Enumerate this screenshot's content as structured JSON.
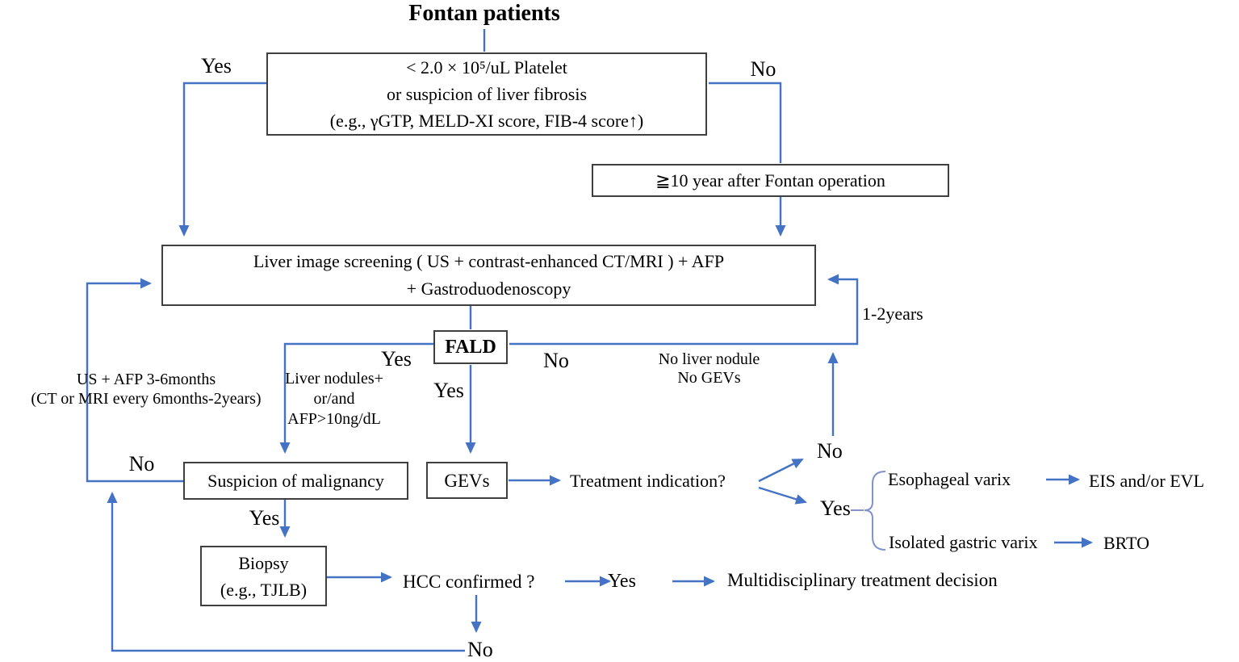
{
  "colors": {
    "arrow": "#4472C4",
    "brace": "#8193cb",
    "border": "#3f3f3f",
    "text": "#000000",
    "background": "#ffffff"
  },
  "title": "Fontan patients",
  "nodes": {
    "platelet_box": {
      "line1": "< 2.0 × 10⁵/uL Platelet",
      "line2": "or suspicion of liver fibrosis",
      "line3": "(e.g., γGTP, MELD-XI score, FIB-4 score↑)"
    },
    "ten_year_box": {
      "label": "≧10 year after Fontan operation"
    },
    "screening_box": {
      "line1": "Liver image screening ( US + contrast-enhanced CT/MRI ) + AFP",
      "line2": "+ Gastroduodenoscopy"
    },
    "fald_box": {
      "label": "FALD"
    },
    "suspicion_box": {
      "label": "Suspicion of malignancy"
    },
    "gevs_box": {
      "label": "GEVs"
    },
    "biopsy_box": {
      "line1": "Biopsy",
      "line2": "(e.g., TJLB)"
    }
  },
  "labels": {
    "yes_platelet": "Yes",
    "no_platelet": "No",
    "yes_fald_left": "Yes",
    "no_fald": "No",
    "yes_fald_down": "Yes",
    "liver_nodules": {
      "line1": "Liver nodules+",
      "line2": "or/and",
      "line3": "AFP>10ng/dL"
    },
    "no_nodule": {
      "line1": "No liver nodule",
      "line2": "No GEVs"
    },
    "interval_right": "1-2years",
    "interval_left": {
      "line1": "US + AFP 3-6months",
      "line2": "(CT or MRI every 6months-2years)"
    },
    "no_suspicion": "No",
    "yes_suspicion": "Yes",
    "treatment_indication": "Treatment indication?",
    "no_treatment": "No",
    "yes_treatment": "Yes",
    "esophageal_varix": "Esophageal varix",
    "eis_evl": "EIS and/or EVL",
    "isolated_gastric_varix": "Isolated gastric varix",
    "brto": "BRTO",
    "hcc_confirmed": "HCC confirmed ?",
    "yes_hcc": "Yes",
    "multidisciplinary": "Multidisciplinary treatment decision",
    "no_hcc": "No"
  }
}
